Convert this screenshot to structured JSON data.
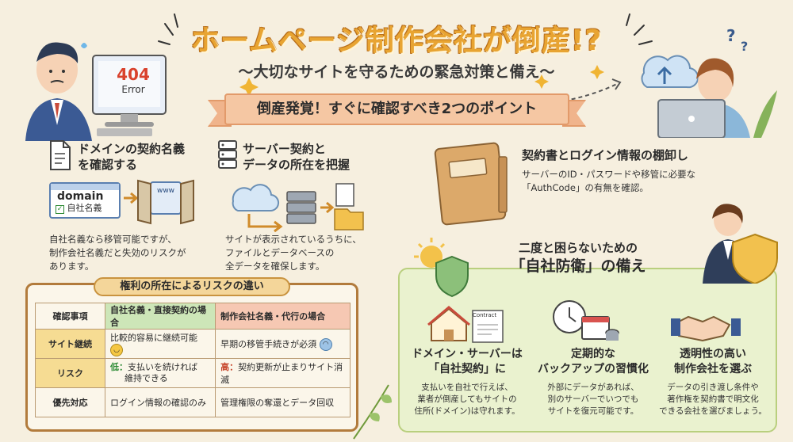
{
  "header": {
    "title": "ホームページ制作会社が倒産!?",
    "subtitle": "〜大切なサイトを守るための緊急対策と備え〜",
    "ribbon": "倒産発覚！すぐに確認すべき2つのポイント",
    "error_code": "404",
    "error_text": "Error"
  },
  "points": [
    {
      "heading": [
        "ドメインの契約名義",
        "を確認する"
      ],
      "domain_label": "domain",
      "domain_check": "自社名義",
      "browser_label": "www",
      "text": [
        "自社名義なら移管可能ですが、",
        "制作会社名義だと失効のリスクが",
        "あります。"
      ]
    },
    {
      "heading": [
        "サーバー契約と",
        "データの所在を把握"
      ],
      "text": [
        "サイトが表示されているうちに、",
        "ファイルとデータベースの",
        "全データを確保します。"
      ]
    }
  ],
  "contract": {
    "heading": "契約書とログイン情報の棚卸し",
    "text": [
      "サーバーのID・パスワードや移管に必要な",
      "「AuthCode」の有無を確認。"
    ]
  },
  "table": {
    "title": "権利の所在によるリスクの違い",
    "headers": [
      "確認事項",
      "自社名義・直接契約の場合",
      "制作会社名義・代行の場合"
    ],
    "rows": [
      {
        "label": "サイト継続",
        "col1": "比較的容易に継続可能",
        "col2": "早期の移管手続きが必須"
      },
      {
        "label": "リスク",
        "col1_prefix": "低：",
        "col1": "支払いを続ければ",
        "col1b": "維持できる",
        "col2_prefix": "高：",
        "col2": "契約更新が止まりサイト消滅"
      },
      {
        "label": "優先対応",
        "col1": "ログイン情報の確認のみ",
        "col2": "管理権限の奪還とデータ回収"
      }
    ]
  },
  "defense": {
    "heading1": "二度と困らないための",
    "heading2": "「自社防衛」の備え",
    "doc_label": "Contract",
    "columns": [
      {
        "title": [
          "ドメイン・サーバーは",
          "「自社契約」に"
        ],
        "text": [
          "支払いを自社で行えば、",
          "業者が倒産してもサイトの",
          "住所(ドメイン)は守れます。"
        ]
      },
      {
        "title": [
          "定期的な",
          "バックアップの習慣化"
        ],
        "text": [
          "外部にデータがあれば、",
          "別のサーバーでいつでも",
          "サイトを復元可能です。"
        ]
      },
      {
        "title": [
          "透明性の高い",
          "制作会社を選ぶ"
        ],
        "text": [
          "データの引き渡し条件や",
          "著作権を契約書で明文化",
          "できる会社を選びましょう。"
        ]
      }
    ]
  },
  "colors": {
    "title": "#e8a432",
    "ribbon": "#f5c7a3",
    "green_panel": "#eaf2cf",
    "table_border": "#b27b3c",
    "low": "#2e8b35",
    "high": "#c7452b"
  }
}
